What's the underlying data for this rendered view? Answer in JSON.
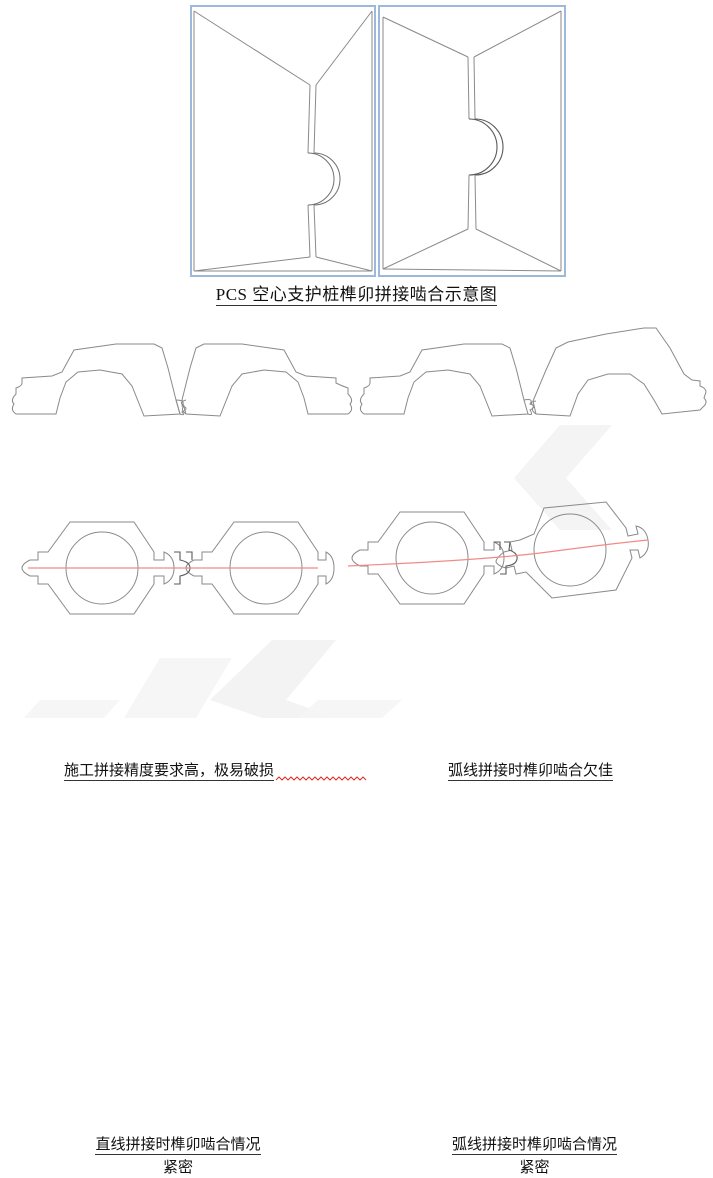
{
  "document": {
    "title": "PCS 空心支护桩榫卯拼接啮合示意图",
    "background_color": "#ffffff"
  },
  "colors": {
    "panel_border": "#9cb8da",
    "outline": "#8a8a8a",
    "outline_dark": "#5a5a5a",
    "centerline_red": "#f08a86",
    "watermark": "#f2f2f2",
    "text": "#111111",
    "spellcheck_squiggle": "#d93025"
  },
  "figures": {
    "top": {
      "name": "PCS hollow retaining pile tenon-mortise splice engagement",
      "caption": "PCS 空心支护桩榫卯拼接啮合示意图",
      "caption_underlined": true,
      "panels": [
        {
          "label": "left-panel",
          "border_color": "#9cb8da"
        },
        {
          "label": "right-panel",
          "border_color": "#9cb8da"
        }
      ]
    },
    "middle": {
      "left": {
        "caption": "施工拼接精度要求高，极易破损",
        "caption_underlined": true,
        "has_spellcheck_squiggle": true
      },
      "right": {
        "caption": "弧线拼接时榫卯啮合欠佳",
        "caption_underlined": true,
        "has_spellcheck_squiggle": true
      }
    },
    "bottom": {
      "left": {
        "caption": "直线拼接时榫卯啮合情况",
        "caption_underlined": true,
        "sub_caption": "紧密",
        "centerline_color": "#f08a86"
      },
      "right": {
        "caption": "弧线拼接时榫卯啮合情况",
        "caption_underlined": true,
        "sub_caption": "紧密",
        "centerline_color": "#f08a86"
      }
    }
  }
}
